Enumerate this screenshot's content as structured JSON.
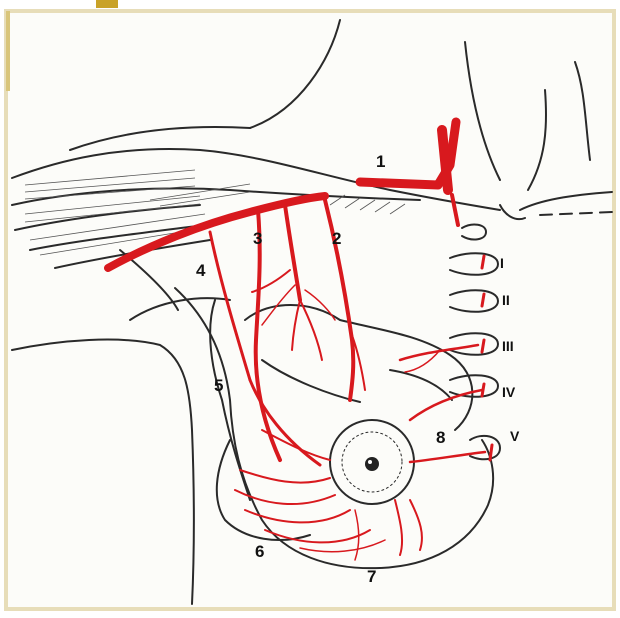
{
  "labels": {
    "n1": "1",
    "n2": "2",
    "n3": "3",
    "n4": "4",
    "n5": "5",
    "n6": "6",
    "n7": "7",
    "n8": "8",
    "r1": "I",
    "r2": "II",
    "r3": "III",
    "r4": "IV",
    "r5": "V"
  },
  "colors": {
    "artery": "#d8191e",
    "outline": "#2a2a2a",
    "border": "#e7ddb9",
    "corner_tab": "#c9a227"
  }
}
